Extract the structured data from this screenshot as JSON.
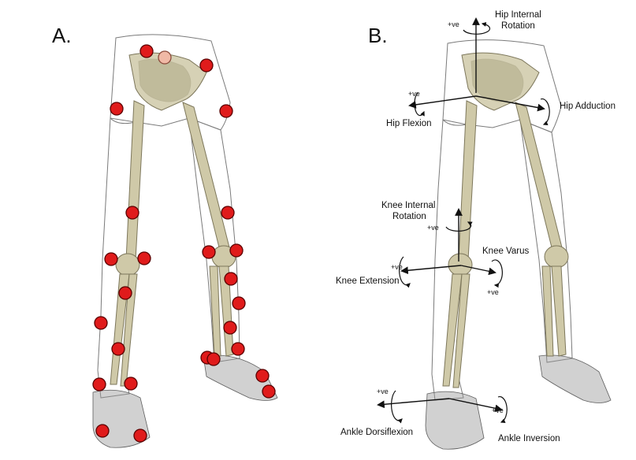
{
  "panels": [
    {
      "label": "A."
    },
    {
      "label": "B."
    }
  ],
  "annotations": {
    "hip_internal_rotation": [
      "Hip Internal",
      "Rotation"
    ],
    "hip_adduction": "Hip Adduction",
    "hip_flexion": "Hip Flexion",
    "knee_internal_rotation": [
      "Knee Internal",
      "Rotation"
    ],
    "knee_varus": "Knee Varus",
    "knee_extension": "Knee Extension",
    "ankle_dorsiflexion": "Ankle Dorsiflexion",
    "ankle_inversion": "Ankle Inversion",
    "positive": "+ve"
  },
  "colors": {
    "marker": "#e01b1b",
    "bone": "#cfc9a8",
    "mesh": "#8e8e8e"
  }
}
